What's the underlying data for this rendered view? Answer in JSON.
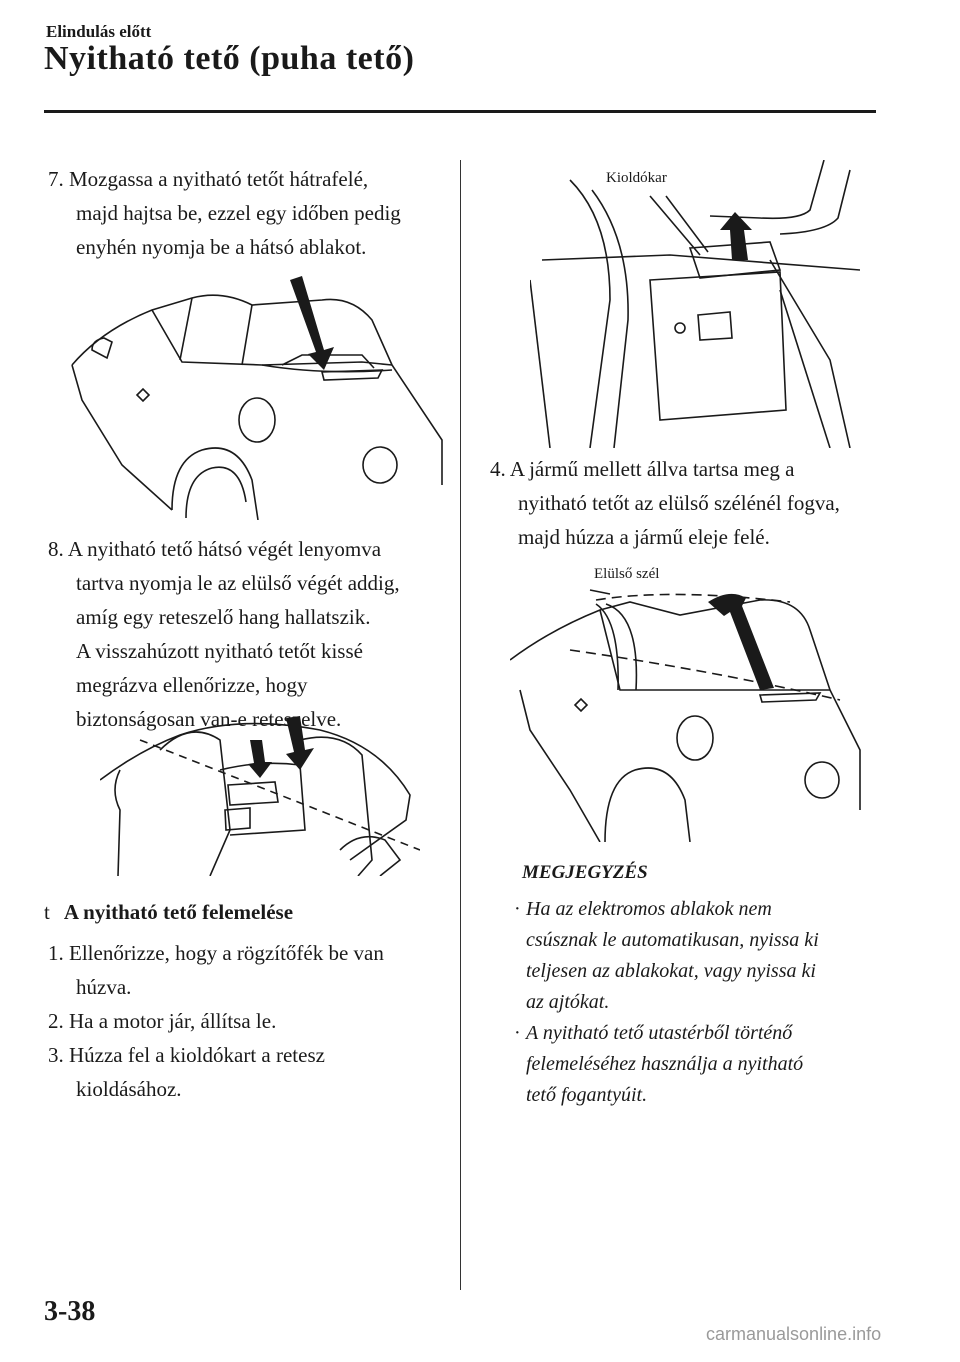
{
  "header": {
    "section": "Elindulás előtt",
    "title": "Nyitható tető (puha tető)"
  },
  "left": {
    "step7": [
      "7. Mozgassa a nyitható tetőt hátrafelé,",
      "majd hajtsa be, ezzel egy időben pedig",
      "enyhén nyomja be a hátsó ablakot."
    ],
    "step8": [
      "8. A nyitható tető hátsó végét lenyomva",
      "tartva nyomja le az elülső végét addig,",
      "amíg egy reteszelő hang hallatszik.",
      "A visszahúzott nyitható tetőt kissé",
      "megrázva ellenőrizze, hogy",
      "biztonságosan van-e reteszelve."
    ],
    "subhead_marker": "t",
    "subhead": "A nyitható tető felemelése",
    "step1": [
      "1. Ellenőrizze, hogy a rögzítőfék be van",
      "húzva."
    ],
    "step2": [
      "2. Ha a motor jár, állítsa le."
    ],
    "step3": [
      "3. Húzza fel a kioldókart a retesz",
      "kioldásához."
    ]
  },
  "right": {
    "callout_lever": "Kioldókar",
    "step4": [
      "4. A jármű mellett állva tartsa meg a",
      "nyitható tetőt az elülső szélénél fogva,",
      "majd húzza a jármű eleje felé."
    ],
    "callout_edge": "Elülső szél",
    "note_title": "MEGJEGYZÉS",
    "notes": [
      [
        "Ha az elektromos ablakok nem",
        "csúsznak le automatikusan, nyissa ki",
        "teljesen az ablakokat, vagy nyissa ki",
        "az ajtókat."
      ],
      [
        "A nyitható tető utastérből történő",
        "felemeléséhez használja a nyitható",
        "tető fogantyúit."
      ]
    ]
  },
  "footer": {
    "page_number": "3-38",
    "watermark": "carmanualsonline.info"
  }
}
